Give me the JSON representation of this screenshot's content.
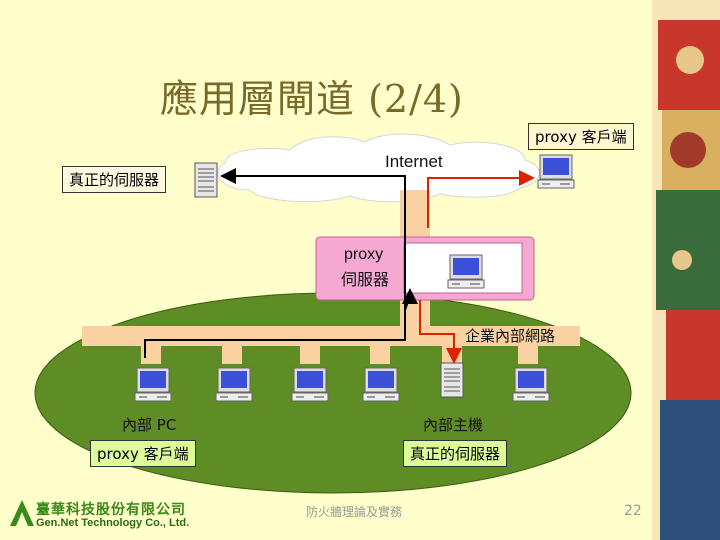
{
  "slide": {
    "title": "應用層閘道 (2/4)",
    "page_number": "22",
    "footer_note": "防火牆理論及實務",
    "company": {
      "name_cn": "臺華科技股份有限公司",
      "name_en": "Gen.Net Technology Co., Ltd."
    }
  },
  "diagram": {
    "internet_label": "Internet",
    "proxy_server_label_line1": "proxy",
    "proxy_server_label_line2": "伺服器",
    "external_server_label": "真正的伺服器",
    "proxy_client_external_label": "proxy 客戶端",
    "intranet_label": "企業內部網路",
    "internal_pc_label": "內部 PC",
    "internal_host_label": "內部主機",
    "proxy_client_internal_label": "proxy 客戶端",
    "real_server_internal_label": "真正的伺服器"
  },
  "colors": {
    "background": "#ffffcc",
    "ellipse": "#5e8c25",
    "pipe": "#fad2a2",
    "proxy_box": "#f5a9d2",
    "arrow_black": "#000000",
    "arrow_red": "#dd2200"
  }
}
